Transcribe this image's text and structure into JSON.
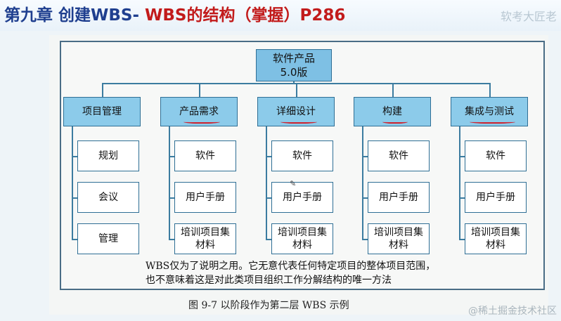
{
  "header": {
    "title_part1": "第九章 创建WBS- ",
    "title_part2": "WBS的结构（掌握）P286",
    "brand": "软考大匠老"
  },
  "diagram": {
    "root": {
      "line1": "软件产品",
      "line2": "5.0版"
    },
    "phases": [
      {
        "label": "项目管理",
        "underlined": false,
        "items": [
          "规划",
          "会议",
          "管理"
        ]
      },
      {
        "label": "产品需求",
        "underlined": true,
        "items": [
          "软件",
          "用户手册",
          "培训项目集材料"
        ]
      },
      {
        "label": "详细设计",
        "underlined": true,
        "items": [
          "软件",
          "用户手册",
          "培训项目集材料"
        ]
      },
      {
        "label": "构建",
        "underlined": true,
        "items": [
          "软件",
          "用户手册",
          "培训项目集材料"
        ]
      },
      {
        "label": "集成与测试",
        "underlined": true,
        "items": [
          "软件",
          "用户手册",
          "培训项目集材料"
        ]
      }
    ],
    "note_line1": "WBS仅为了说明之用。它无意代表任何特定项目的整体项目范围，",
    "note_line2": "也不意味着这是对此类项目组织工作分解结构的唯一方法",
    "caption": "图 9-7   以阶段作为第二层 WBS 示例"
  },
  "watermark": "@稀土掘金技术社区",
  "colors": {
    "title_blue": "#1f3f8f",
    "title_red": "#c21b1b",
    "box_blue": "#8ccbea",
    "line_blue": "#3c7ca0",
    "annotation_red": "#d0202c"
  }
}
